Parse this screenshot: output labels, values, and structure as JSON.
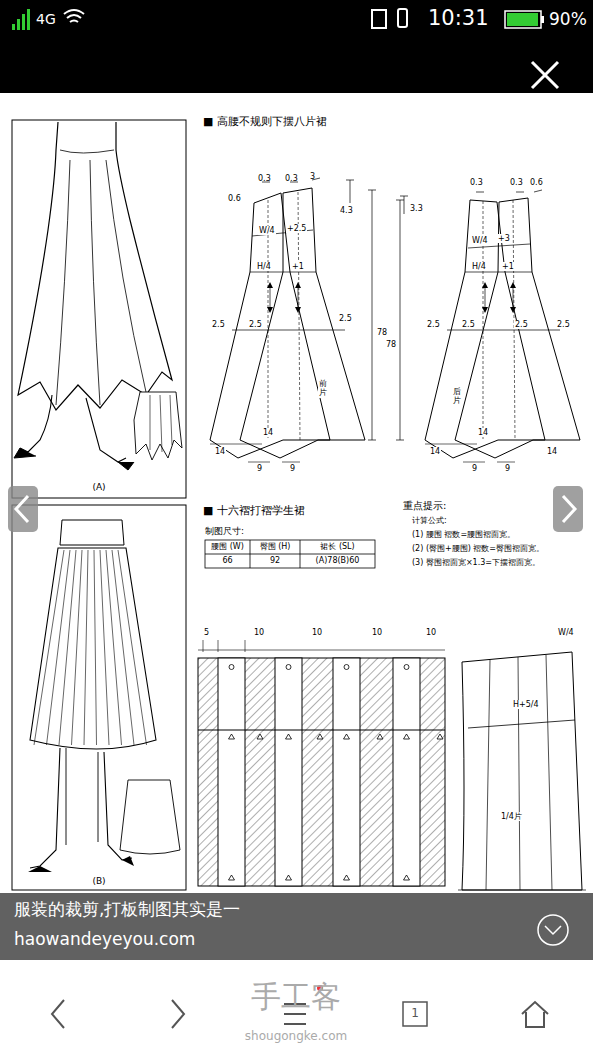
{
  "diagram": {
    "labels": [
      "4G",
      "10:31",
      "90%",
      "■ 高腰不规则下摆八片裙",
      "0.3",
      "0.3",
      "3",
      "0.6",
      "4.3",
      "W/4",
      "+2.5",
      "H/4",
      "+1",
      "2.5",
      "2.5",
      "2.5",
      "78",
      "前片",
      "14",
      "14",
      "9",
      "9",
      "0.3",
      "0.3",
      "0.6",
      "3.3",
      "W/4",
      "+3",
      "H/4",
      "+1",
      "2.5",
      "2.5",
      "2.5",
      "2.5",
      "78",
      "后片",
      "14",
      "14",
      "9",
      "9",
      "14",
      "(A)",
      "(B)",
      "■ 十六褶打褶学生裙",
      "制图尺寸:",
      "腰围 (W)",
      "臀围 (H)",
      "裙长 (SL)",
      "66",
      "92",
      "(A)78(B)60",
      "重点提示:",
      "计算公式:",
      "(1) 腰围 褶数=腰围褶面宽。",
      "(2) (臀围+腰围) 褶数=臀围褶面宽。",
      "(3) 臀围褶面宽×1.3=下摆褶面宽。",
      "5",
      "10",
      "10",
      "10",
      "10",
      "W/4",
      "H+5/4",
      "1/4片",
      "服装的裁剪,打板制图其实是一",
      "haowandeyeyou.com",
      "1",
      "手工客",
      "shougongke.com"
    ]
  }
}
